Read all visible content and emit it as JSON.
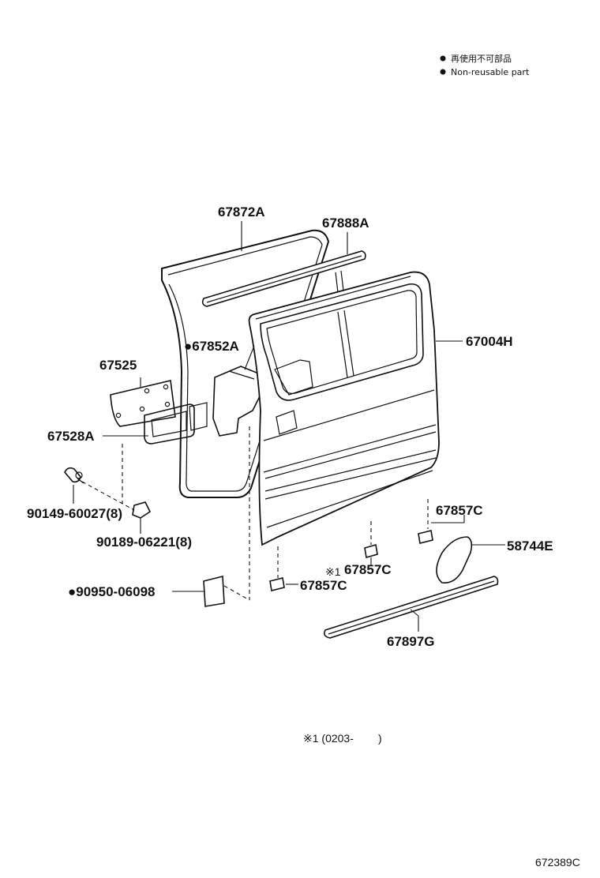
{
  "legend": {
    "jp": "再使用不可部品",
    "en": "Non-reusable part"
  },
  "labels": {
    "p67872A": "67872A",
    "p67888A": "67888A",
    "p67852A": "●67852A",
    "p67004H": "67004H",
    "p67525": "67525",
    "p67528A": "67528A",
    "p90149": "90149-60027(8)",
    "p90189": "90189-06221(8)",
    "p90950": "●90950-06098",
    "p67857C_a": "67857C",
    "p67857C_b": "67857C",
    "p67857C_c": "67857C",
    "p67857C_c_note": "※1",
    "p58744E": "58744E",
    "p67897G": "67897G"
  },
  "footnote": "※1 (0203-        )",
  "figure_id": "672389C"
}
